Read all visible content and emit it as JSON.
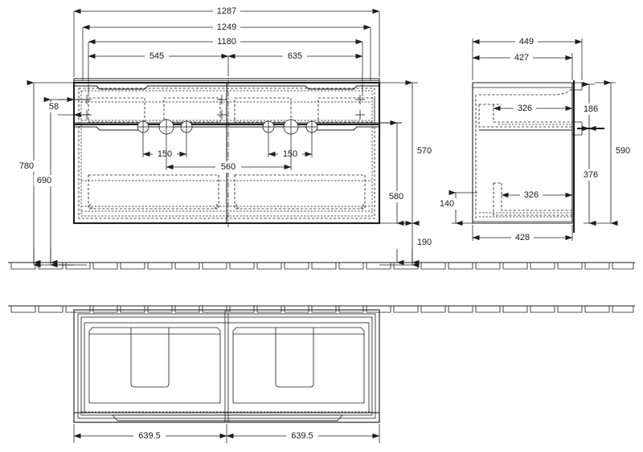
{
  "drawing": {
    "title": "Vanity unit technical drawing",
    "units": "mm",
    "line_color": "#1d1d1d",
    "background": "#ffffff"
  },
  "views": {
    "front": {
      "name": "front-elevation",
      "dimensions": {
        "overall_width": "1287",
        "carcass_width": "1249",
        "inner_width": "1180",
        "left_segment": "545",
        "right_segment": "635",
        "left_handle_spacing": "150",
        "right_handle_spacing": "150",
        "handle_centres": "560",
        "total_height": "780",
        "height_to_top": "690",
        "top_offset": "58",
        "right_height_570": "570",
        "right_height_580": "580",
        "plinth_height": "190"
      }
    },
    "side": {
      "name": "side-elevation",
      "dimensions": {
        "overall_depth": "449",
        "body_depth": "427",
        "upper_drawer_depth": "326",
        "lower_drawer_depth": "326",
        "base_depth": "428",
        "upper_height": "186",
        "lower_height": "376",
        "total_height": "590",
        "base_offset": "140"
      }
    },
    "plan": {
      "name": "plan-view",
      "dimensions": {
        "left_drawer_width": "639.5",
        "right_drawer_width": "639.5"
      }
    }
  }
}
